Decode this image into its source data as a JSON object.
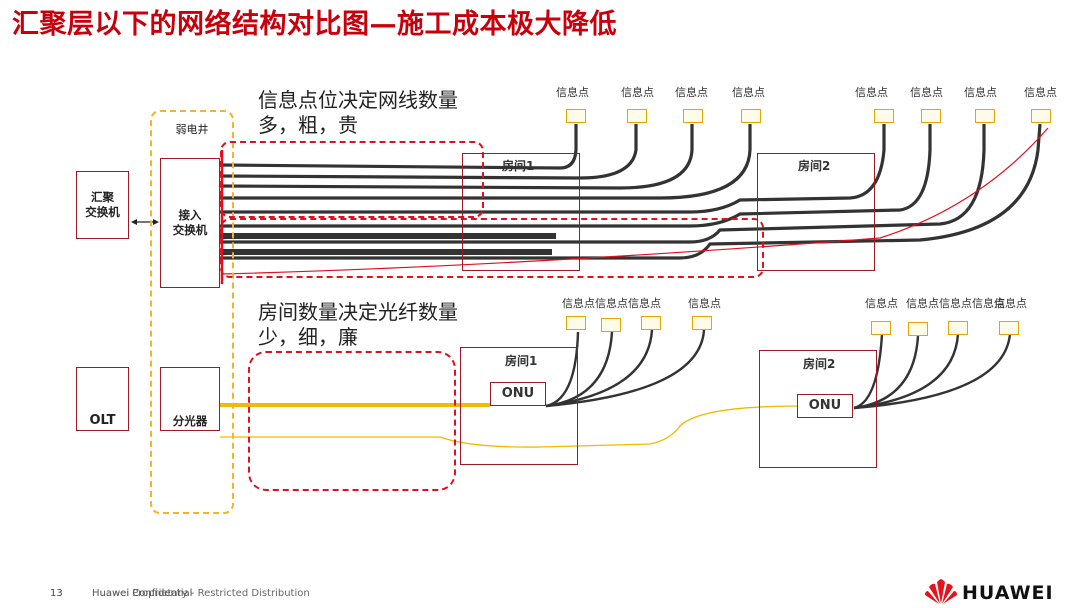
{
  "title": "汇聚层以下的网络结构对比图—施工成本极大降低",
  "shaft_label": "弱电井",
  "agg_switch": "汇聚\n交换机",
  "access_switch": "接入\n交换机",
  "olt": "OLT",
  "splitter": "分光器",
  "copper_note": {
    "line1": "信息点位决定网线数量",
    "line2": "多，粗，贵"
  },
  "fiber_note": {
    "line1": "房间数量决定光纤数量",
    "line2": "少，细，廉"
  },
  "room1": "房间1",
  "room2": "房间2",
  "onu": "ONU",
  "info_point": "信息点",
  "info_point_group": "信息点信息点信息点",
  "footer": {
    "page": "13",
    "confidential": "Huawei Confidential",
    "restricted": "Huawei Proprietary - Restricted Distribution"
  },
  "brand": "HUAWEI",
  "colors": {
    "accent": "#c7000b",
    "fiber": "#f5b800",
    "copper": "#333333"
  }
}
